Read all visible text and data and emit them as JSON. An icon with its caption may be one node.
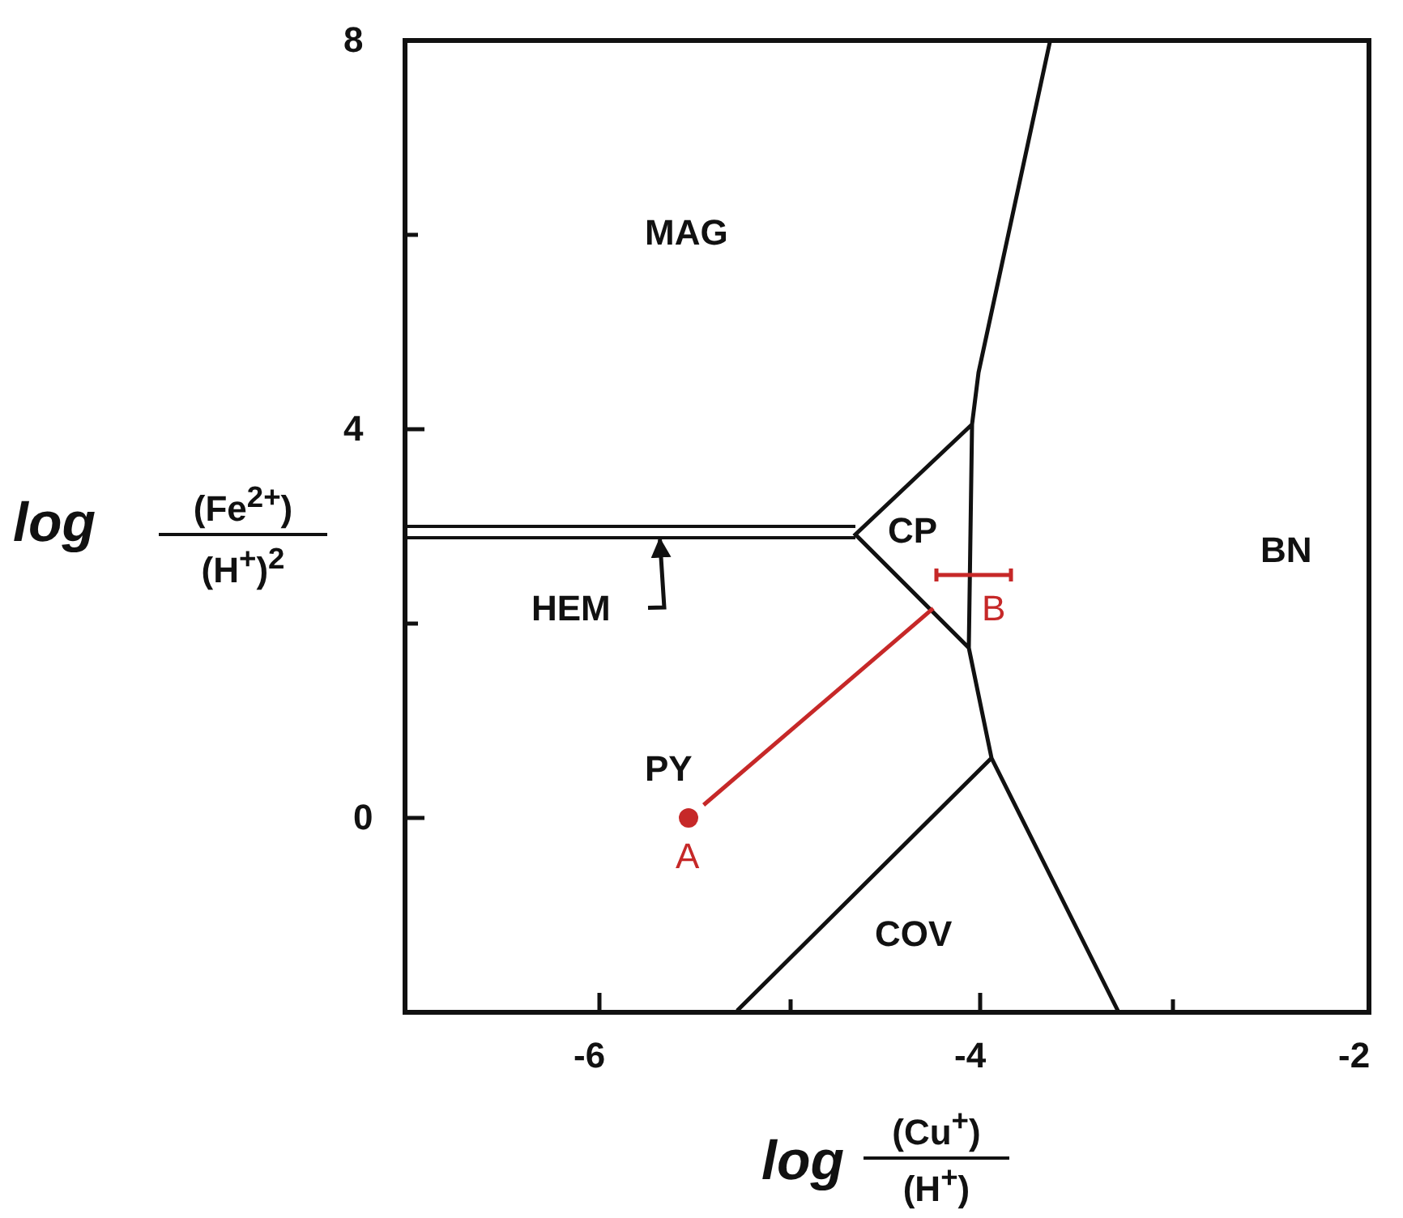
{
  "diagram": {
    "nodes": [
      {
        "text": [
          "HEM"
        ]
      },
      {
        "text": [],
        "shape": "bar"
      },
      {
        "text": [
          "A"
        ]
      },
      {
        "text": [
          "B"
        ]
      }
    ],
    "edges": [
      {
        "from": 0,
        "to": 1,
        "arrow": "to"
      },
      {
        "from": 2,
        "to": 3,
        "arrow": "none",
        "color": "#c62828"
      }
    ],
    "labels": [
      "8",
      "MAG",
      "4",
      "CP",
      "BN",
      "log",
      "(Fe$^{2+}$)",
      "(H$^{+}$)$^{2}$",
      "PY",
      "0",
      "COV",
      "-6",
      "-4",
      "-2",
      "log",
      "(Cu$^{+}$)",
      "(H$^{+}$)"
    ]
  }
}
